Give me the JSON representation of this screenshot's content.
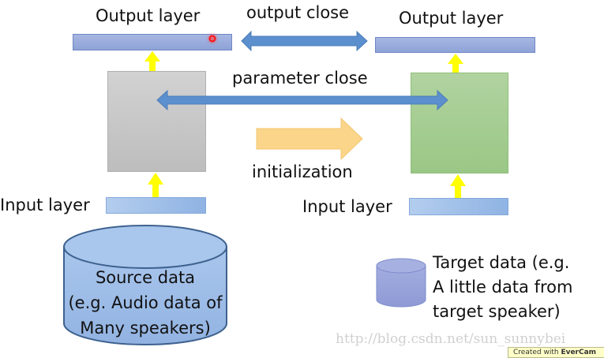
{
  "diagram": {
    "source": {
      "output_label": "Output layer",
      "input_label": "Input layer",
      "data_lines": [
        "Source data",
        "(e.g. Audio data of",
        "Many speakers)"
      ]
    },
    "target": {
      "output_label": "Output layer",
      "input_label": "Input layer",
      "data_lines": [
        "Target data (e.g.",
        "A little data from",
        "target speaker)"
      ]
    },
    "relations": {
      "output_close": "output close",
      "parameter_close": "parameter close",
      "initialization": "initialization"
    },
    "colors": {
      "layer_bar": "#98aadc",
      "input_bar": "#a3c1ea",
      "source_model": "#c6c6c6",
      "target_model": "#a4cc90",
      "double_arrow": "#5b8fce",
      "init_arrow": "#fbd58a",
      "up_arrow": "#ffff00",
      "database": "#9cbbe6",
      "cursor_dot": "#ff0000"
    }
  },
  "watermark": "http://blog.csdn.net/sun_sunnybei",
  "evercam_badge": {
    "prefix": "Created with ",
    "brand": "EverCam"
  }
}
